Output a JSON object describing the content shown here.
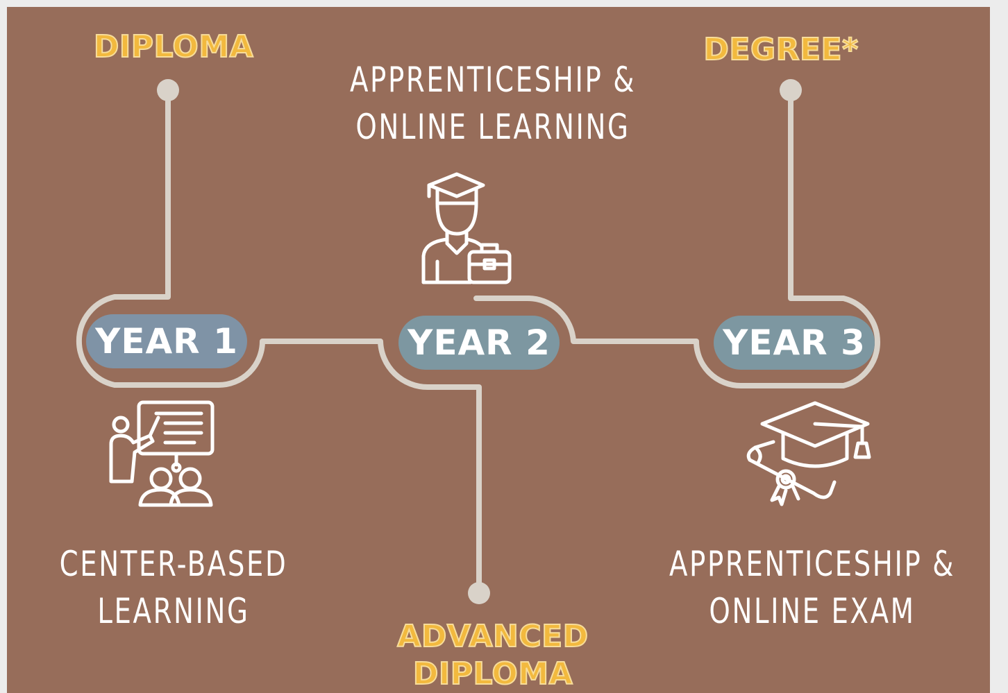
{
  "awards": {
    "diploma": "DIPLOMA",
    "degree": "DEGREE*",
    "advanced_line1": "ADVANCED",
    "advanced_line2": "DIPLOMA"
  },
  "years": {
    "year1": "YEAR 1",
    "year2": "YEAR 2",
    "year3": "YEAR 3"
  },
  "descriptions": {
    "year1_line1": "CENTER-BASED",
    "year1_line2": "LEARNING",
    "year2_line1": "APPRENTICESHIP &",
    "year2_line2": "ONLINE LEARNING",
    "year3_line1": "APPRENTICESHIP &",
    "year3_line2": "ONLINE EXAM"
  },
  "icons": {
    "year1": "teacher-presentation-icon",
    "year2": "graduate-with-briefcase-icon",
    "year3": "graduation-cap-diploma-icon"
  },
  "colors": {
    "background": "#976d5a",
    "frame": "#ececec",
    "connector": "#d9d2c9",
    "pill": "#7d97a1",
    "award_text": "#f2b93e"
  }
}
